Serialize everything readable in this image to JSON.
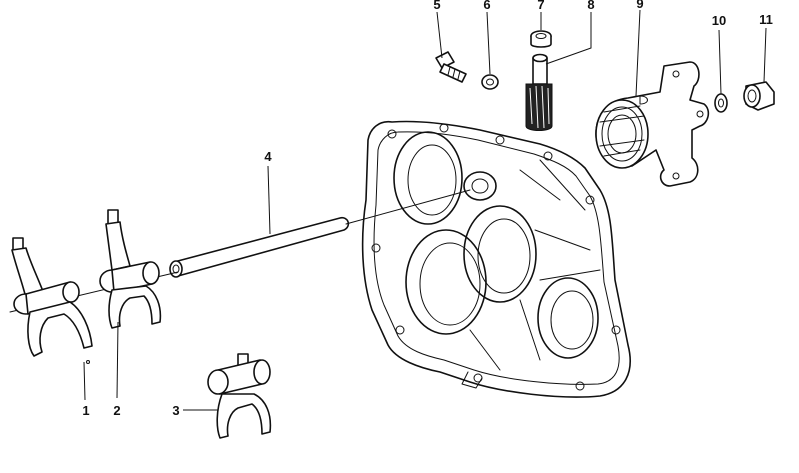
{
  "callouts": [
    {
      "id": "1",
      "text": "1"
    },
    {
      "id": "2",
      "text": "2"
    },
    {
      "id": "3",
      "text": "3"
    },
    {
      "id": "4",
      "text": "4"
    },
    {
      "id": "5",
      "text": "5"
    },
    {
      "id": "6",
      "text": "6"
    },
    {
      "id": "7",
      "text": "7"
    },
    {
      "id": "8",
      "text": "8"
    },
    {
      "id": "9",
      "text": "9"
    },
    {
      "id": "10",
      "text": "10"
    },
    {
      "id": "11",
      "text": "11"
    }
  ],
  "style": {
    "ink": "#111111",
    "paper": "#ffffff"
  }
}
